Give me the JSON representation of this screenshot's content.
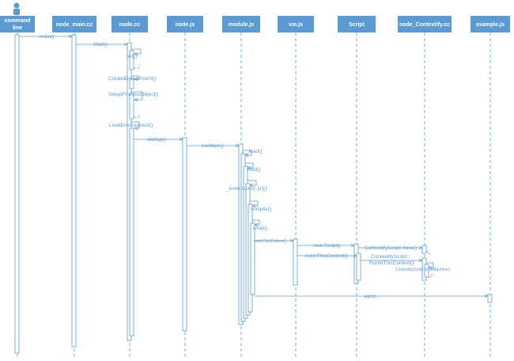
{
  "colors": {
    "accent": "#5b9bd5",
    "header_text": "#ffffff",
    "background": "#ffffff"
  },
  "participants": [
    {
      "id": "cmd",
      "label_line1": "command",
      "label_line2": "line",
      "icon": "actor-icon"
    },
    {
      "id": "node_main",
      "label": "node_main.cc"
    },
    {
      "id": "node_cc",
      "label": "node.cc"
    },
    {
      "id": "node_js",
      "label": "node.js"
    },
    {
      "id": "module_js",
      "label": "module.js"
    },
    {
      "id": "vm_js",
      "label": "vm.js"
    },
    {
      "id": "script",
      "label": "Script"
    },
    {
      "id": "contextify",
      "label": "node_Contextify.cc"
    },
    {
      "id": "example_js",
      "label": "example.js"
    }
  ],
  "messages": {
    "main": "main()",
    "start": "Start()",
    "init": "Init()",
    "create_env": "CreateEnvironment()",
    "setup_process": "SetupProcessObject()",
    "load_env": "LoadEnvironment()",
    "startup": "startup()",
    "run_main": "runMain()",
    "load_private": "_load()",
    "load": "load()",
    "extensions": "_extensions['.js']()",
    "compile": "_compile()",
    "wrap": "wrap()",
    "run_in_this_context_module": "runInThisContext()",
    "new_script": "new Script()",
    "contextify_new": "ContextifyScript::New()",
    "run_in_this_context_vm": "runInThisContext()",
    "contextify_run_line1": "ContextifyScript::",
    "contextify_run_line2": "RunInThisContext()",
    "eval_machine": "ContextifyScript::EvalMachine()",
    "apply": "apply()"
  }
}
